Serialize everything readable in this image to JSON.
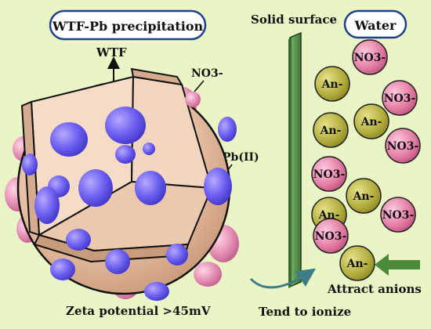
{
  "titles": {
    "left_box": "WTF-Pb precipitation",
    "right_box": "Water",
    "solid_surface": "Solid surface"
  },
  "labels": {
    "wtf": "WTF",
    "nitrate_left": "NO3-",
    "pb": "Pb(II)",
    "zeta": "Zeta potential >45mV",
    "tend": "Tend to ionize",
    "attract": "Attract anions"
  },
  "ions": {
    "nitrate": "NO3-",
    "anion": "An-"
  },
  "colors": {
    "background": "#eaf5c6",
    "box_border": "#1f3f8a",
    "sphere": "#e9c7ad",
    "cut_face": "#d9b59a",
    "blue_blob": "#6f63e0",
    "pink_blob": "#e48fb4",
    "anion_ball": "#b6b13f",
    "nitrate_ball": "#e27aa3",
    "surface_bar": "#5f9a54",
    "arrow_green": "#4b8a3a"
  }
}
